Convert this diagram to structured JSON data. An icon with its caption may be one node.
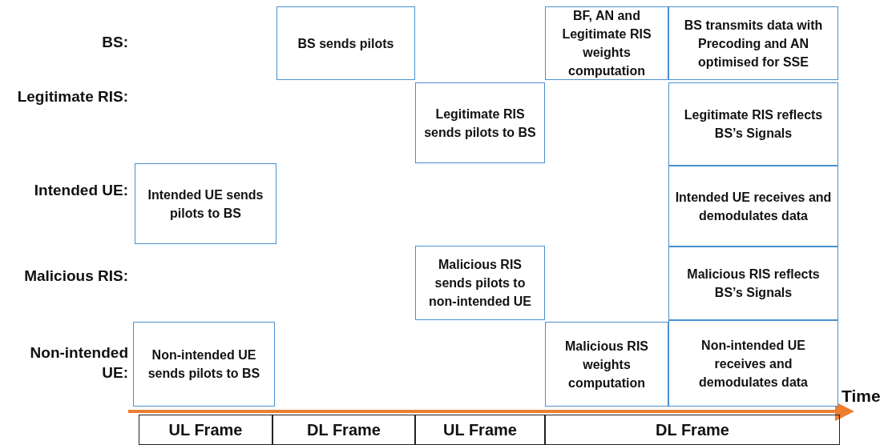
{
  "diagram": {
    "nodes": [
      {
        "text": [
          "BS sends pilots"
        ]
      },
      {
        "text": [
          "BF, AN and Legitimate RIS weights computation"
        ]
      },
      {
        "text": [
          "BS transmits data with Precoding and AN optimised for SSE"
        ]
      },
      {
        "text": [
          "Legitimate RIS sends pilots to BS"
        ]
      },
      {
        "text": [
          "Legitimate RIS reflects BS’s Signals"
        ]
      },
      {
        "text": [
          "Intended UE sends pilots to BS"
        ]
      },
      {
        "text": [
          "Intended UE receives and demodulates data"
        ]
      },
      {
        "text": [
          "Malicious RIS sends pilots to non-intended UE"
        ]
      },
      {
        "text": [
          "Malicious RIS reflects BS’s Signals"
        ]
      },
      {
        "text": [
          "Non-intended UE sends pilots to BS"
        ]
      },
      {
        "text": [
          "Malicious RIS weights computation"
        ]
      },
      {
        "text": [
          "Non-intended UE receives and demodulates data"
        ]
      },
      {
        "text": [
          "UL Frame"
        ]
      },
      {
        "text": [
          "DL Frame"
        ]
      },
      {
        "text": [
          "UL Frame"
        ]
      },
      {
        "text": [
          "DL Frame"
        ]
      }
    ],
    "edges": [],
    "labels": [
      "BS:",
      "Legitimate RIS:",
      "Intended UE:",
      "Malicious RIS:",
      "Non-intended UE:",
      "Time"
    ]
  }
}
